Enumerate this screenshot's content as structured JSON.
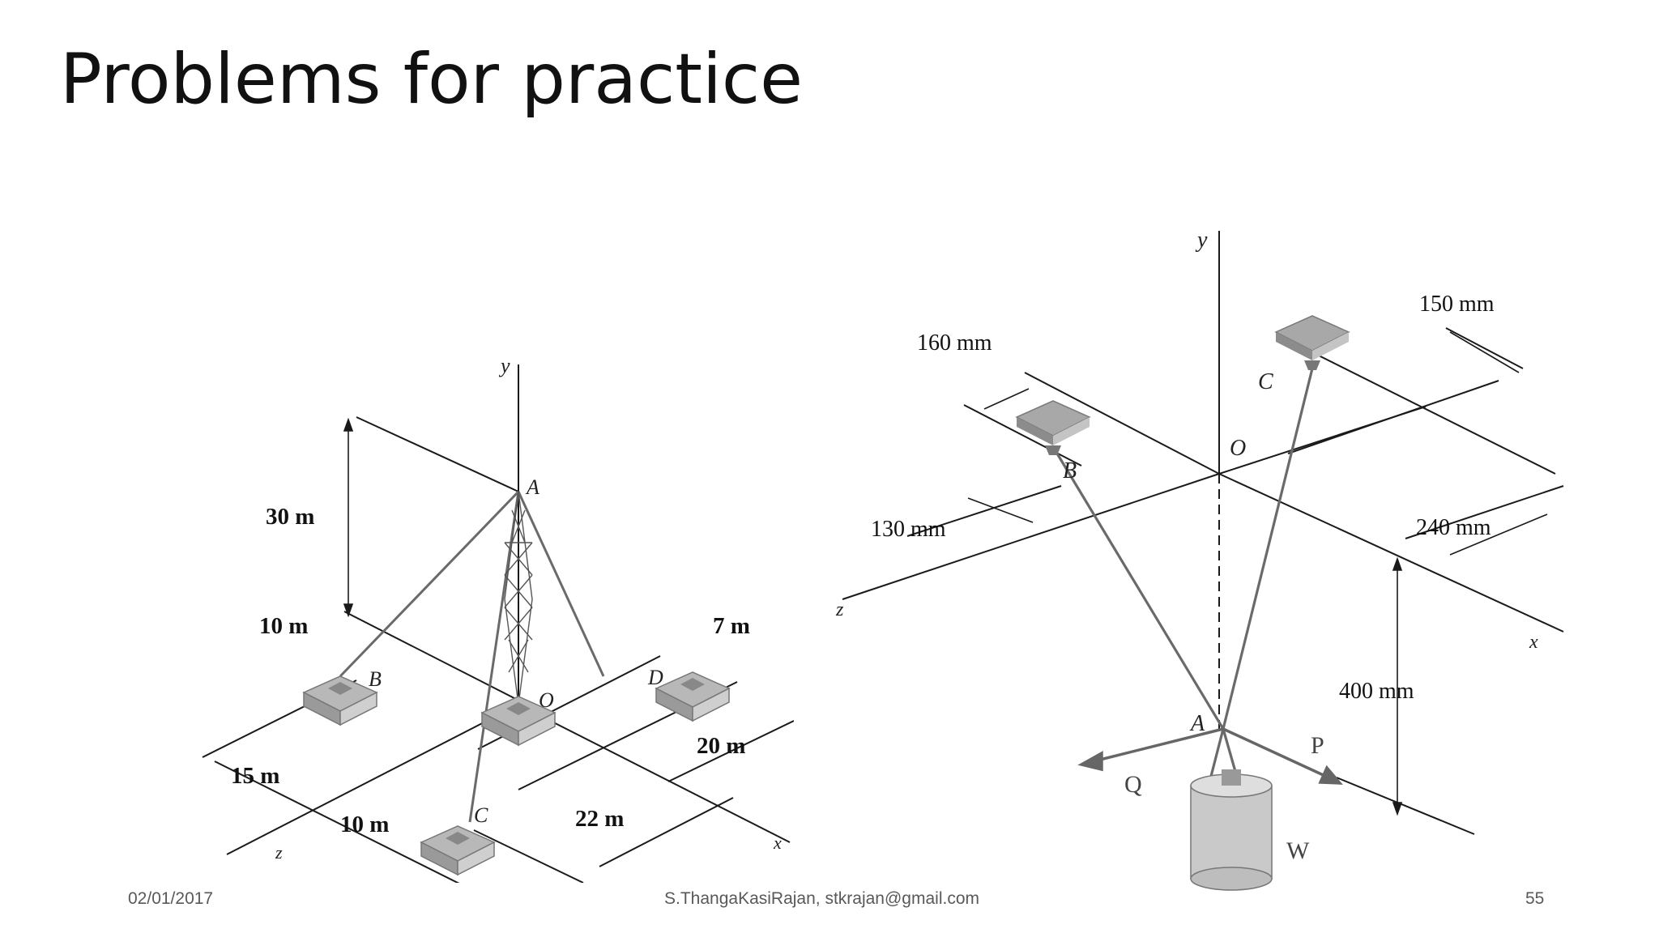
{
  "slide": {
    "title": "Problems for practice"
  },
  "figure_left": {
    "axes": {
      "y": "y",
      "x": "x",
      "z": "z"
    },
    "points": {
      "A": "A",
      "B": "B",
      "C": "C",
      "D": "D",
      "O": "O"
    },
    "dims": {
      "h30": "30 m",
      "d10a": "10 m",
      "d7": "7 m",
      "d15": "15 m",
      "d20": "20 m",
      "d10b": "10 m",
      "d22": "22 m"
    }
  },
  "figure_right": {
    "axes": {
      "y": "y",
      "x": "x",
      "z": "z"
    },
    "points": {
      "O": "O",
      "A": "A",
      "B": "B",
      "C": "C"
    },
    "forces": {
      "P": "P",
      "Q": "Q",
      "W": "W"
    },
    "dims": {
      "d150": "150 mm",
      "d160": "160 mm",
      "d130": "130 mm",
      "d240": "240 mm",
      "d400": "400 mm"
    }
  },
  "footer": {
    "date": "02/01/2017",
    "author": "S.ThangaKasiRajan, stkrajan@gmail.com",
    "page": "55"
  }
}
